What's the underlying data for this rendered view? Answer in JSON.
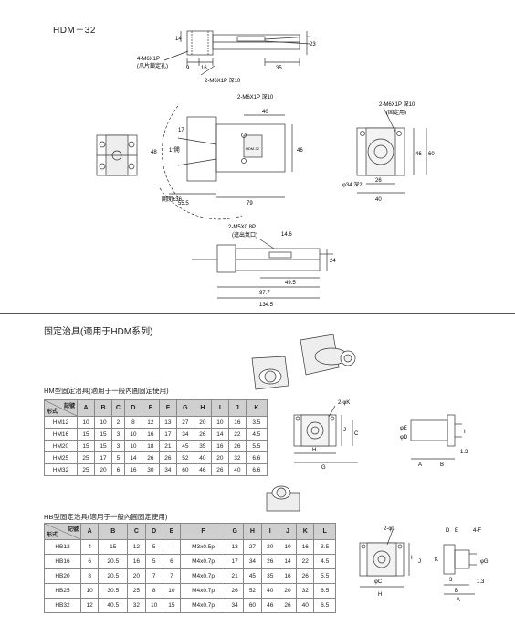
{
  "model_title": "HDM－32",
  "top_drawing": {
    "dims": [
      "14",
      "9",
      "16",
      "35",
      "23"
    ],
    "note1_line1": "4-M6X1P",
    "note1_line2": "(爪片鎖定孔)",
    "note2": "2-M6X1P 深10"
  },
  "middle_drawing": {
    "dims": [
      "40",
      "48",
      "46",
      "17",
      "55.5",
      "79"
    ],
    "note_top": "2-M6X1P 深10",
    "label_angle": "1°開",
    "label_open": "開閉±36",
    "label_stamp": "HDM-32"
  },
  "right_drawing": {
    "note_line1": "2-M6X1P 深10",
    "note_line2": "(固定用)",
    "dims": [
      "46",
      "60",
      "26",
      "40"
    ],
    "depth_note": "φ34 深2"
  },
  "bottom_drawing": {
    "note_line1": "2-M5X0.8P",
    "note_line2": "(進出氣口)",
    "dims": [
      "14.6",
      "24",
      "49.5",
      "97.7",
      "134.5"
    ]
  },
  "section_title": "固定治具(適用于HDM系列)",
  "hm_table": {
    "title": "HM型固定治具(適用于一般內圓固定使用)",
    "corner_top": "記號",
    "corner_bottom": "形式",
    "headers": [
      "A",
      "B",
      "C",
      "D",
      "E",
      "F",
      "G",
      "H",
      "I",
      "J",
      "K"
    ],
    "rows": [
      [
        "HM12",
        "10",
        "10",
        "2",
        "8",
        "12",
        "13",
        "27",
        "20",
        "10",
        "16",
        "3.5"
      ],
      [
        "HM16",
        "15",
        "15",
        "3",
        "10",
        "16",
        "17",
        "34",
        "26",
        "14",
        "22",
        "4.5"
      ],
      [
        "HM20",
        "15",
        "15",
        "3",
        "10",
        "18",
        "21",
        "45",
        "35",
        "16",
        "26",
        "5.5"
      ],
      [
        "HM25",
        "25",
        "17",
        "5",
        "14",
        "26",
        "26",
        "52",
        "40",
        "20",
        "32",
        "6.6"
      ],
      [
        "HM32",
        "25",
        "20",
        "6",
        "16",
        "30",
        "34",
        "60",
        "46",
        "26",
        "40",
        "6.6"
      ]
    ]
  },
  "hm_diagram_labels": [
    "2-φK",
    "J",
    "C",
    "H",
    "G",
    "φE",
    "φD",
    "A",
    "B",
    "1.3",
    "I"
  ],
  "hb_table": {
    "title": "HB型固定治具(適用于一般內圓固定使用)",
    "corner_top": "記號",
    "corner_bottom": "形式",
    "headers": [
      "A",
      "B",
      "C",
      "D",
      "E",
      "F",
      "G",
      "H",
      "I",
      "J",
      "K",
      "L"
    ],
    "rows": [
      [
        "HB12",
        "4",
        "15",
        "12",
        "5",
        "—",
        "M3x0.5p",
        "13",
        "27",
        "20",
        "10",
        "16",
        "3.5"
      ],
      [
        "HB16",
        "6",
        "20.5",
        "16",
        "5",
        "6",
        "M4x0.7p",
        "17",
        "34",
        "26",
        "14",
        "22",
        "4.5"
      ],
      [
        "HB20",
        "8",
        "20.5",
        "20",
        "7",
        "7",
        "M4x0.7p",
        "21",
        "45",
        "35",
        "16",
        "26",
        "5.5"
      ],
      [
        "HB25",
        "10",
        "30.5",
        "25",
        "8",
        "10",
        "M4x0.7p",
        "26",
        "52",
        "40",
        "20",
        "32",
        "6.5"
      ],
      [
        "HB32",
        "12",
        "40.5",
        "32",
        "10",
        "15",
        "M4x0.7p",
        "34",
        "60",
        "46",
        "26",
        "40",
        "6.5"
      ]
    ]
  },
  "hb_diagram_labels": [
    "2-φL",
    "D",
    "E",
    "4-F",
    "K",
    "φG",
    "φC",
    "I",
    "J",
    "H",
    "3",
    "B",
    "A",
    "1.3"
  ]
}
